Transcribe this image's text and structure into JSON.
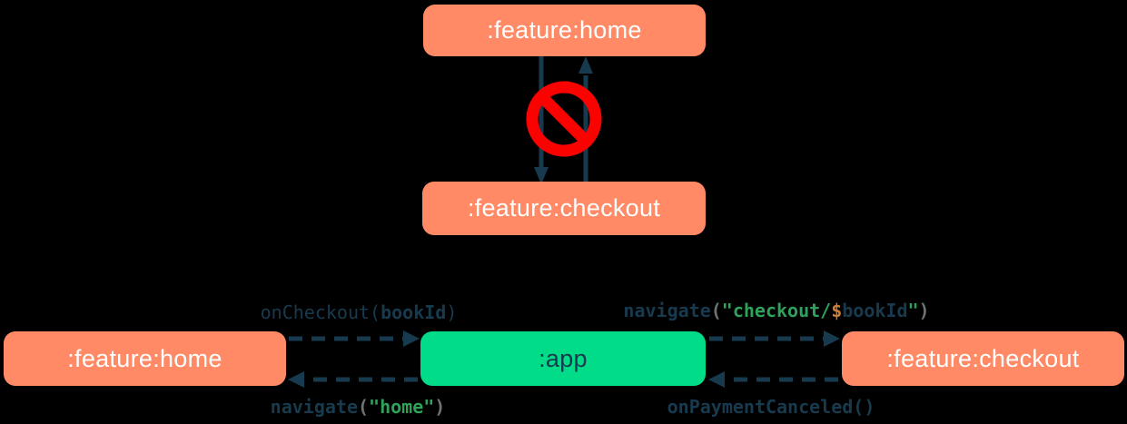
{
  "diagram": {
    "top": {
      "home_box": ":feature:home",
      "checkout_box": ":feature:checkout"
    },
    "bottom": {
      "home_box": ":feature:home",
      "app_box": ":app",
      "checkout_box": ":feature:checkout",
      "on_checkout": {
        "fn": "onCheckout(",
        "arg": "bookId",
        "close": ")"
      },
      "navigate_home": {
        "fn": "navigate",
        "open": "(",
        "string": "\"home\"",
        "close": ")"
      },
      "navigate_checkout": {
        "fn": "navigate",
        "open": "(",
        "string_prefix": "\"checkout/",
        "dollar": "$",
        "variable": "bookId",
        "string_suffix": "\"",
        "close": ")"
      },
      "on_payment_canceled": "onPaymentCanceled()"
    },
    "icons": {
      "forbidden": "no-entry-icon"
    },
    "colors": {
      "feature_module": "#FF8A65",
      "app_module": "#00DC87",
      "arrow_navy": "#183A4E",
      "forbidden_red": "#FA0200",
      "code_navy": "#183A4E",
      "code_green": "#2EA25B",
      "code_orange": "#CF8038",
      "code_gray": "#6F7372",
      "box_text_light": "#FDFEFE",
      "background": "#000000"
    }
  }
}
